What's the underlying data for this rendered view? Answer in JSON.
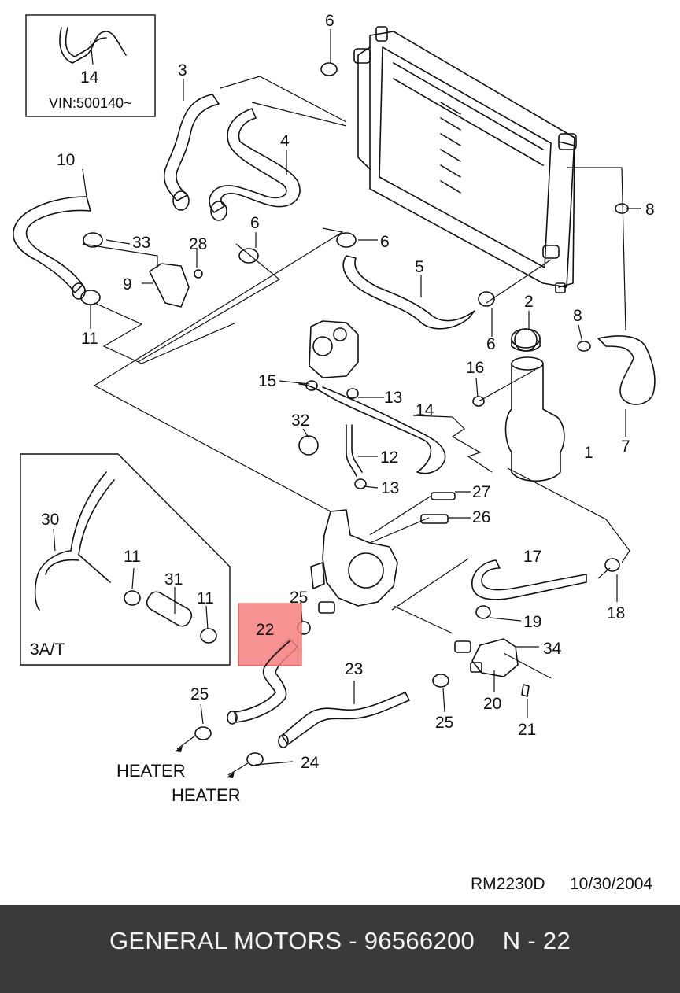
{
  "callouts": {
    "c1": "1",
    "c2": "2",
    "c3": "3",
    "c4": "4",
    "c5": "5",
    "c6a": "6",
    "c6b": "6",
    "c6c": "6",
    "c6d": "6",
    "c7": "7",
    "c8a": "8",
    "c8b": "8",
    "c9": "9",
    "c10": "10",
    "c11a": "11",
    "c11b": "11",
    "c11c": "11",
    "c12": "12",
    "c13a": "13",
    "c13b": "13",
    "c14a": "14",
    "c14b": "14",
    "c15": "15",
    "c16": "16",
    "c17": "17",
    "c18": "18",
    "c19": "19",
    "c20": "20",
    "c21": "21",
    "c22": "22",
    "c23": "23",
    "c24": "24",
    "c25a": "25",
    "c25b": "25",
    "c25c": "25",
    "c26": "26",
    "c27": "27",
    "c28": "28",
    "c30": "30",
    "c31": "31",
    "c32": "32",
    "c33": "33",
    "c34": "34"
  },
  "vin_note": "VIN:500140~",
  "inset_label": "3A/T",
  "heater_1": "HEATER",
  "heater_2": "HEATER",
  "drawing_ref": "RM2230D",
  "drawing_date": "10/30/2004",
  "footer": {
    "maker": "GENERAL MOTORS - 96566200",
    "ref": "N - 22"
  },
  "highlight_color": "#f47f7f"
}
